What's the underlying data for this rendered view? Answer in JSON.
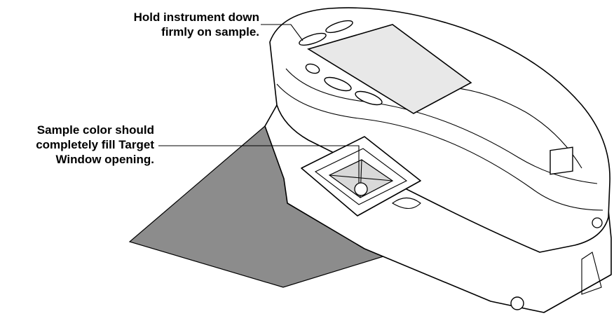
{
  "callouts": {
    "hold": {
      "line1": "Hold instrument down",
      "line2": "firmly on sample."
    },
    "sample": {
      "line1": "Sample color should",
      "line2": "completely fill Target",
      "line3": "Window opening."
    }
  },
  "colors": {
    "sample_sheet": "#8c8c8c",
    "outline": "#000000",
    "background": "#ffffff"
  }
}
